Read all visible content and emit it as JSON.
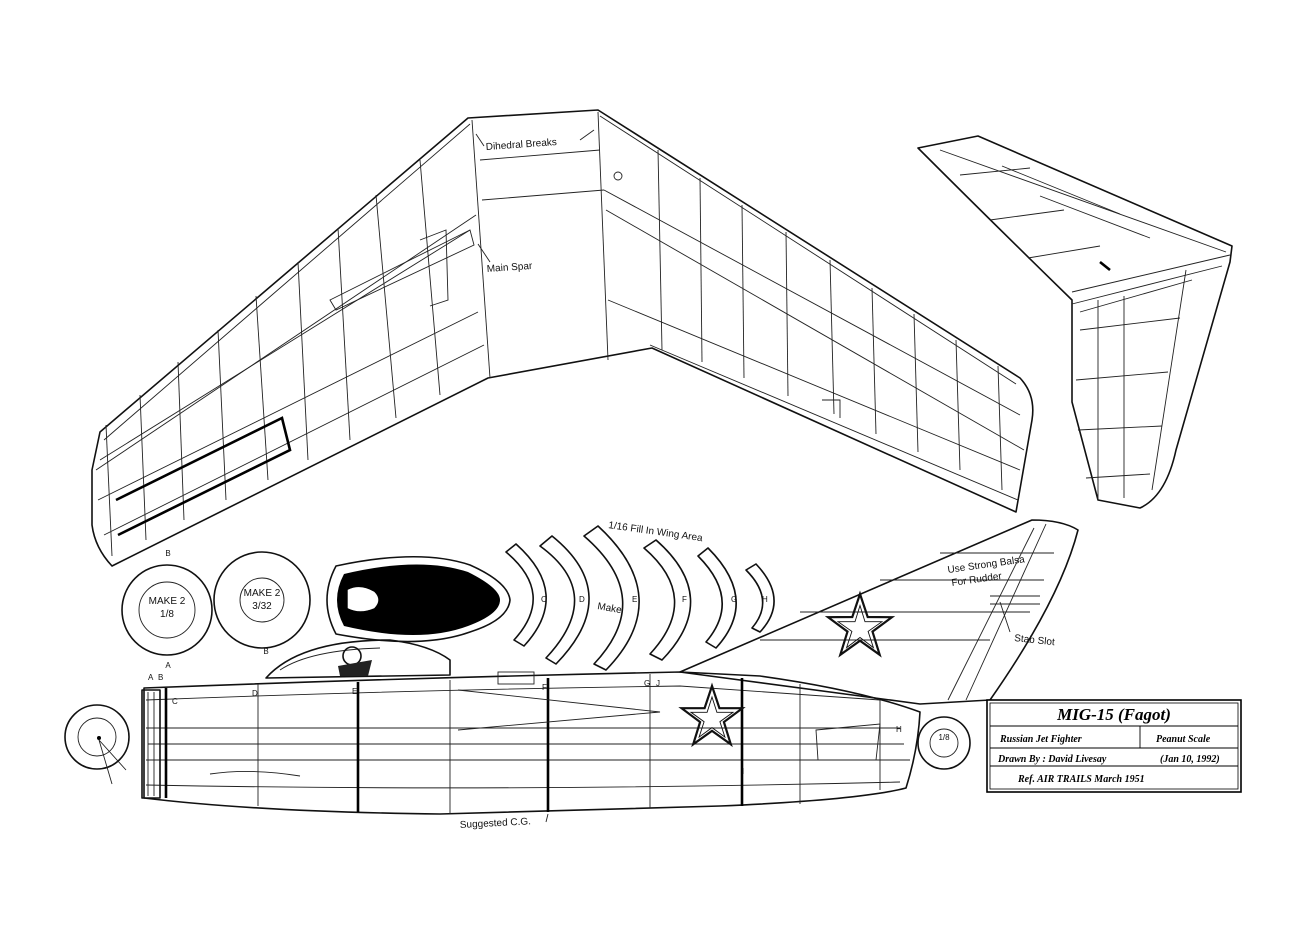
{
  "labels": {
    "dihedral": "Dihedral Breaks",
    "main_spar": "Main Spar",
    "fill_wing": "1/16 Fill In Wing Area",
    "make": "Make",
    "use_strong": "Use Strong Balsa",
    "for_rudder": "For Rudder",
    "stab_slot": "Stab Slot",
    "suggested_cg": "Suggested C.G."
  },
  "discs": {
    "disc1_l1": "MAKE 2",
    "disc1_l2": "1/8",
    "disc2_l1": "MAKE 2",
    "disc2_l2": "3/32",
    "tail_disc": "1/8"
  },
  "former_letters": [
    "C",
    "D",
    "E",
    "F",
    "G",
    "H"
  ],
  "station_letters": {
    "a": "A",
    "b": "B",
    "c": "C",
    "d": "D",
    "e": "E",
    "f": "F",
    "g": "G",
    "h": "H",
    "i": "I",
    "j": "J"
  },
  "title_block": {
    "title": "MIG-15 (Fagot)",
    "subtitle_left": "Russian Jet Fighter",
    "subtitle_right": "Peanut Scale",
    "drawn_by": "Drawn By : David Livesay",
    "date": "(Jan 10, 1992)",
    "ref": "Ref.  AIR TRAILS  March 1951"
  }
}
